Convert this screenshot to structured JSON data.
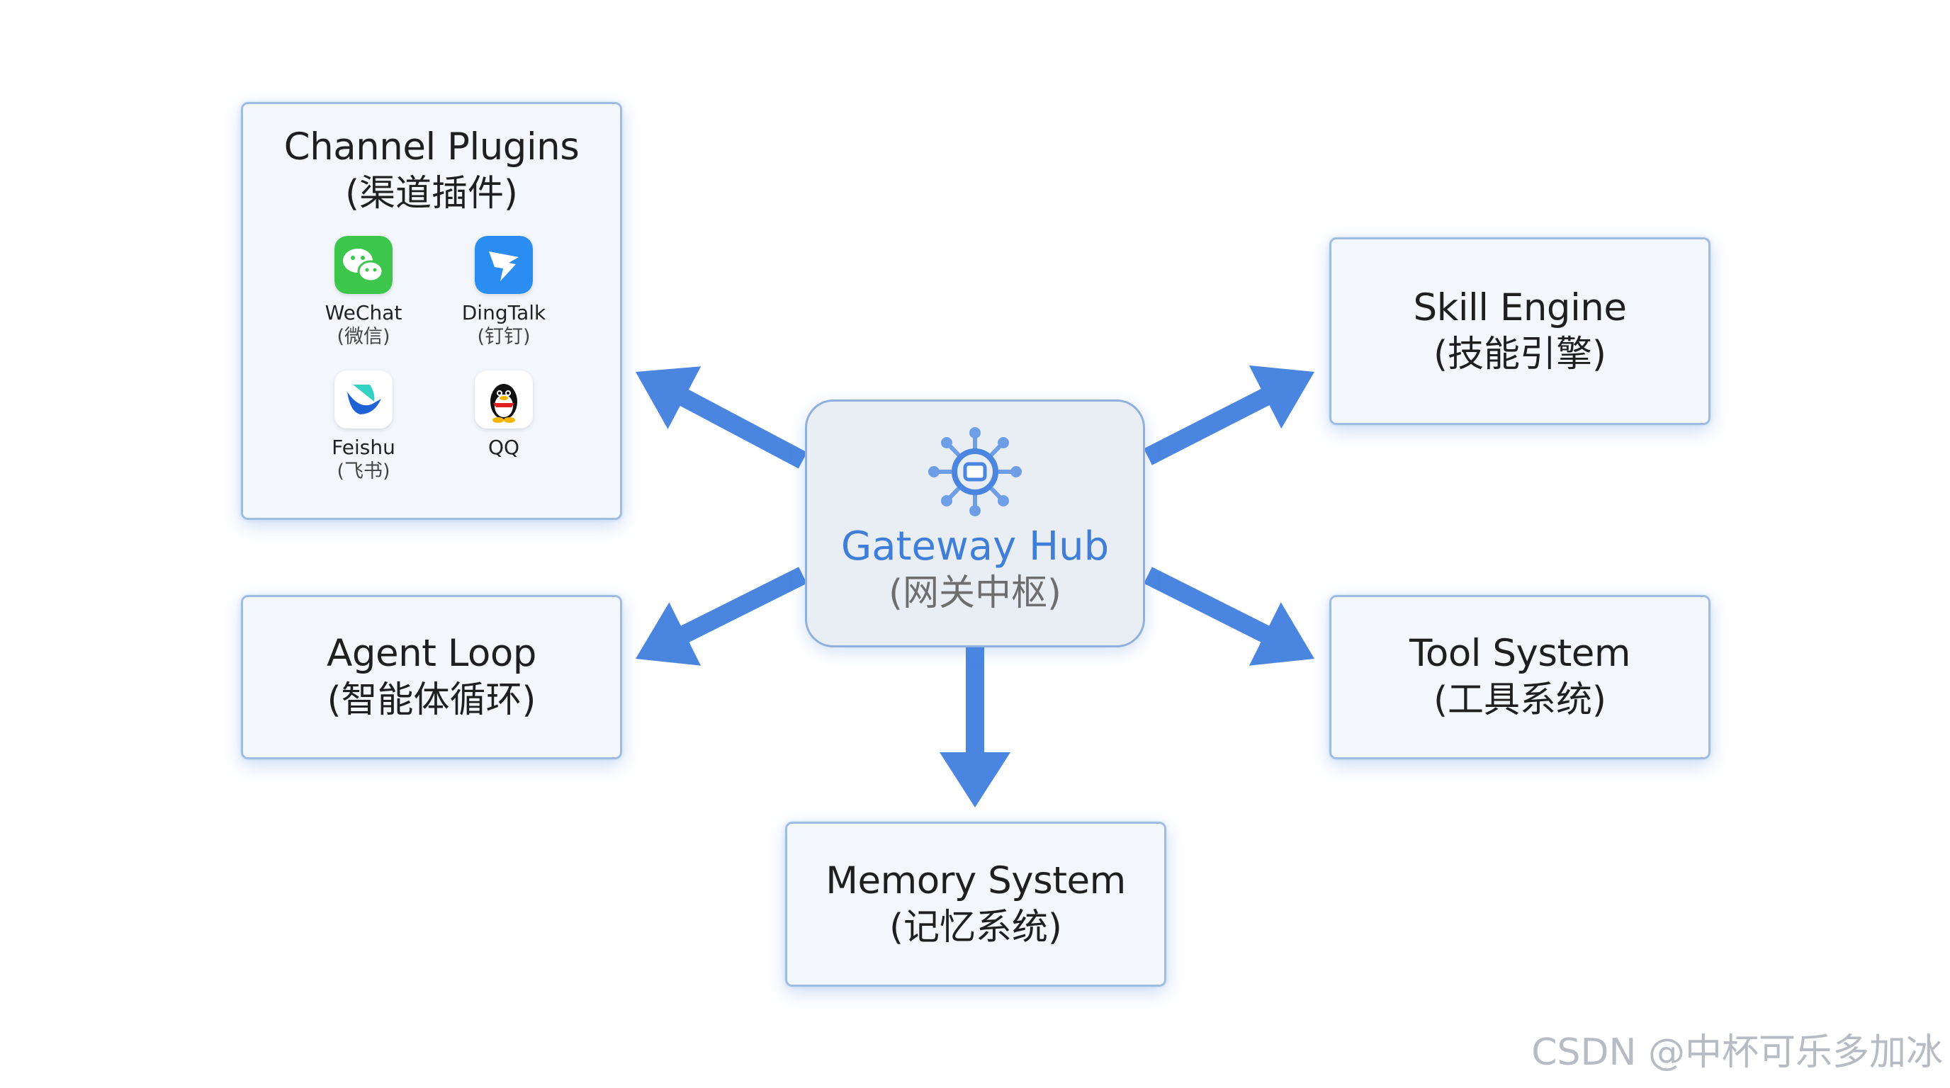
{
  "hub": {
    "title": "Gateway Hub",
    "subtitle": "(网关中枢)",
    "icon": "network-hub-icon"
  },
  "channel_plugins": {
    "title": "Channel Plugins",
    "subtitle": "(渠道插件)",
    "apps": [
      {
        "name": "WeChat",
        "subtitle": "(微信)",
        "icon": "wechat-icon"
      },
      {
        "name": "DingTalk",
        "subtitle": "(钉钉)",
        "icon": "dingtalk-icon"
      },
      {
        "name": "Feishu",
        "subtitle": "(飞书)",
        "icon": "feishu-icon"
      },
      {
        "name": "QQ",
        "icon": "qq-icon"
      }
    ]
  },
  "skill_engine": {
    "title": "Skill Engine",
    "subtitle": "(技能引擎)"
  },
  "agent_loop": {
    "title": "Agent Loop",
    "subtitle": "(智能体循环)"
  },
  "tool_system": {
    "title": "Tool System",
    "subtitle": "(工具系统)"
  },
  "memory_system": {
    "title": "Memory System",
    "subtitle": "(记忆系统)"
  },
  "watermark": "CSDN @中杯可乐多加冰",
  "colors": {
    "arrow": "#4a86e0",
    "hub_title": "#3f7fd9",
    "box_border": "#9fbde3",
    "box_fill": "#f3f7fc"
  }
}
